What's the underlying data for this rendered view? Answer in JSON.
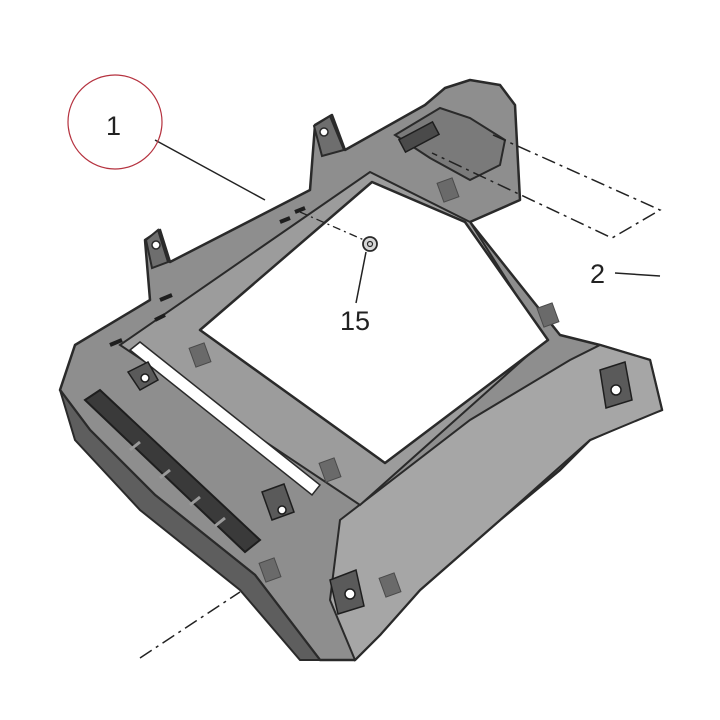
{
  "callouts": {
    "part_1": "1",
    "part_2": "2",
    "part_15": "15"
  },
  "colors": {
    "frame_fill": "#8e8e8e",
    "frame_dark": "#6e6e6e",
    "frame_light": "#b4b4b4",
    "outline": "#2a2a2a",
    "leader": "#222222",
    "highlight_circle": "#b5323f"
  }
}
